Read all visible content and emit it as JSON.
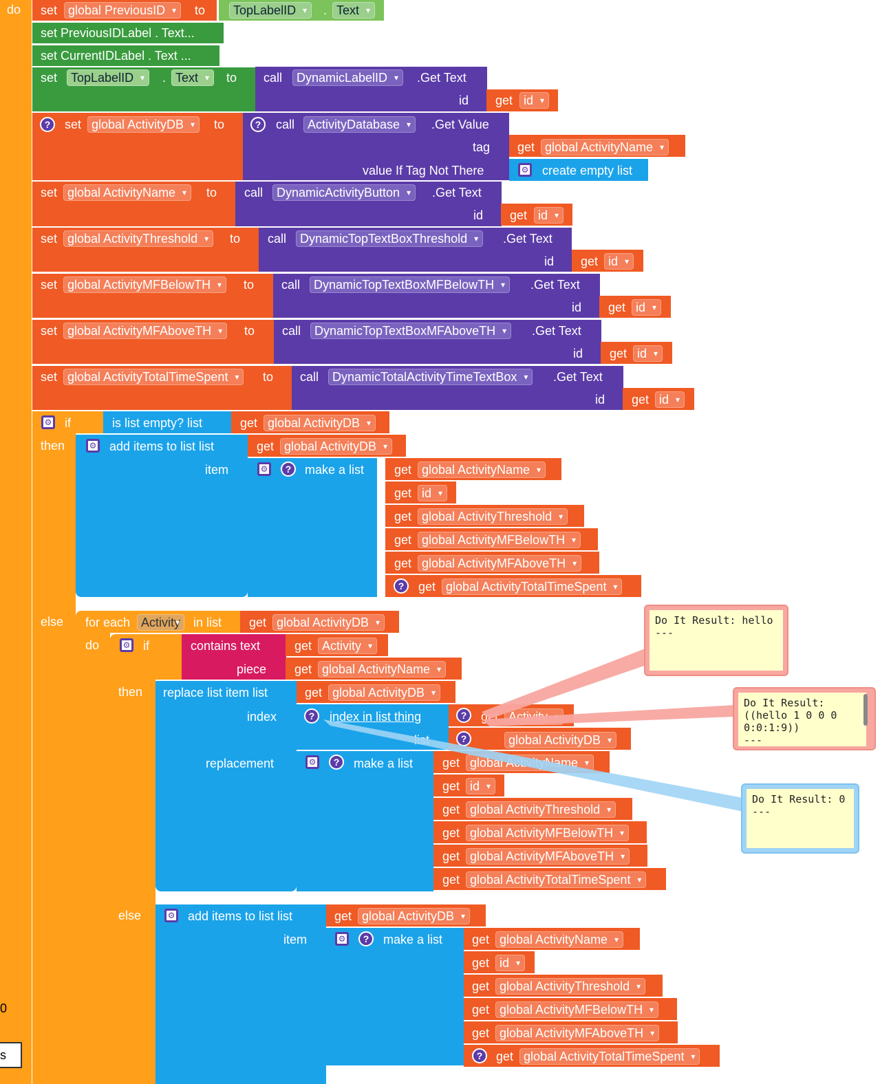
{
  "main": {
    "do": "do",
    "then": "then",
    "else": "else",
    "if": "if"
  },
  "setPrev": {
    "set": "set",
    "var": "global PreviousID",
    "to": "to",
    "comp": "TopLabelID",
    "dot": ".",
    "prop": "Text"
  },
  "setPrevLabel": "set  PreviousIDLabel . Text...",
  "setCurLabel": "set  CurrentIDLabel . Text ...",
  "setTopLabel": {
    "set": "set",
    "comp": "TopLabelID",
    "dot": ".",
    "prop": "Text",
    "to": "to",
    "call": "call",
    "callComp": "DynamicLabelID",
    "method": ".Get Text",
    "id": "id",
    "get": "get",
    "getVar": "id"
  },
  "setActivityDB": {
    "set": "set",
    "var": "global ActivityDB",
    "to": "to",
    "call": "call",
    "callComp": "ActivityDatabase",
    "method": ".Get Value",
    "tag": "tag",
    "get": "get",
    "tagVar": "global ActivityName",
    "valueIf": "value If Tag Not There",
    "emptyList": "create empty list"
  },
  "setActivityName": {
    "set": "set",
    "var": "global ActivityName",
    "to": "to",
    "call": "call",
    "callComp": "DynamicActivityButton",
    "method": ".Get Text",
    "id": "id",
    "get": "get",
    "getVar": "id"
  },
  "setThreshold": {
    "set": "set",
    "var": "global ActivityThreshold",
    "to": "to",
    "call": "call",
    "callComp": "DynamicTopTextBoxThreshold",
    "method": ".Get Text",
    "id": "id",
    "get": "get",
    "getVar": "id"
  },
  "setMFBelow": {
    "set": "set",
    "var": "global ActivityMFBelowTH",
    "to": "to",
    "call": "call",
    "callComp": "DynamicTopTextBoxMFBelowTH",
    "method": ".Get Text",
    "id": "id",
    "get": "get",
    "getVar": "id"
  },
  "setMFAbove": {
    "set": "set",
    "var": "global ActivityMFAboveTH",
    "to": "to",
    "call": "call",
    "callComp": "DynamicTopTextBoxMFAboveTH",
    "method": ".Get Text",
    "id": "id",
    "get": "get",
    "getVar": "id"
  },
  "setTotal": {
    "set": "set",
    "var": "global ActivityTotalTimeSpent",
    "to": "to",
    "call": "call",
    "callComp": "DynamicTotalActivityTimeTextBox",
    "method": ".Get Text",
    "id": "id",
    "get": "get",
    "getVar": "id"
  },
  "ifBlock": {
    "isEmpty": "is list empty?  list",
    "get": "get",
    "var": "global ActivityDB"
  },
  "thenAdd": {
    "addItems": "add items to list  list",
    "get": "get",
    "var": "global ActivityDB",
    "item": "item",
    "makeList": "make a list",
    "items": [
      "global ActivityName",
      "id",
      "global ActivityThreshold",
      "global ActivityMFBelowTH",
      "global ActivityMFAboveTH",
      "global ActivityTotalTimeSpent"
    ]
  },
  "forEach": {
    "label": "for each",
    "var": "Activity",
    "inList": "in list",
    "get": "get",
    "listVar": "global ActivityDB",
    "do": "do"
  },
  "innerIf": {
    "if": "if",
    "contains": "contains  text",
    "get": "get",
    "textVar": "Activity",
    "piece": "piece",
    "pieceVar": "global ActivityName",
    "then": "then",
    "else": "else"
  },
  "replace": {
    "label": "replace list item  list",
    "get": "get",
    "listVar": "global ActivityDB",
    "index": "index",
    "indexInList": "index in list  thing",
    "thingVar": "Activity",
    "list": "list",
    "list2": "global ActivityDB",
    "replacement": "replacement",
    "makeList": "make a list",
    "items": [
      "global ActivityName",
      "id",
      "global ActivityThreshold",
      "global ActivityMFBelowTH",
      "global ActivityMFAboveTH",
      "global ActivityTotalTimeSpent"
    ]
  },
  "elseAdd": {
    "addItems": "add items to list  list",
    "get": "get",
    "var": "global ActivityDB",
    "item": "item",
    "makeList": "make a list",
    "items": [
      "global ActivityName",
      "id",
      "global ActivityThreshold",
      "global ActivityMFBelowTH",
      "global ActivityMFAboveTH",
      "global ActivityTotalTimeSpent"
    ]
  },
  "bubbles": {
    "b1": "Do It Result: hello\n---",
    "b2": "Do It Result:\n((hello 1 0 0 0\n0:0:1:9))\n---",
    "b3": "Do It Result: 0\n---"
  },
  "side": {
    "zero": "0",
    "s": "s"
  },
  "colors": {
    "orange": "#FF9F1A",
    "red": "#F05A24",
    "purple": "#5B3BA8",
    "blue": "#0B9AE6",
    "green": "#399B3E",
    "magenta": "#D81B60"
  }
}
